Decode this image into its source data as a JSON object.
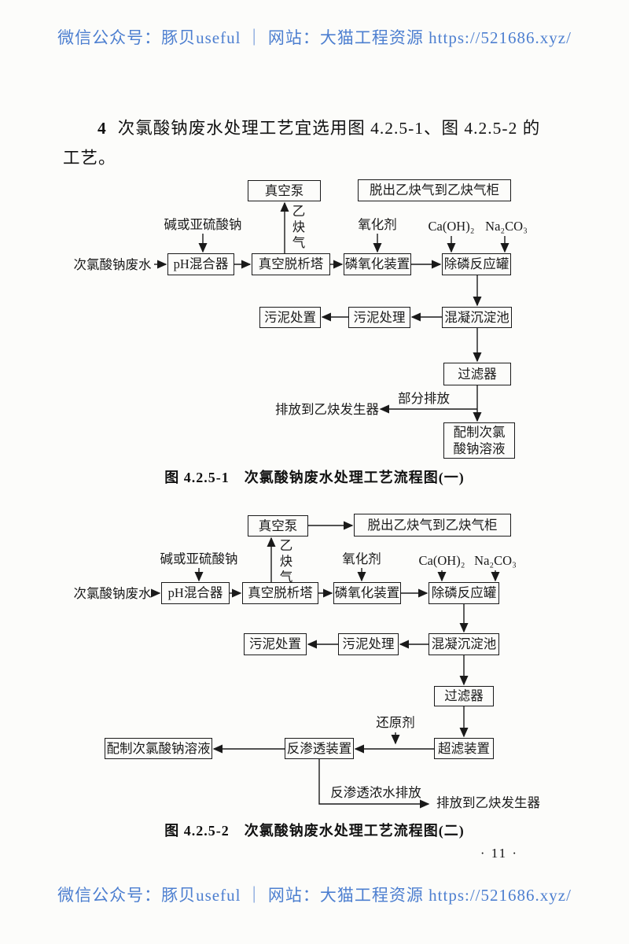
{
  "colors": {
    "watermark_blue": "#4d7fd0",
    "ink": "#1a1a1a"
  },
  "watermark": {
    "text": "微信公众号：豚贝useful ｜ 网站：大猫工程资源 https://521686.xyz/"
  },
  "clause": {
    "number": "4",
    "line1": "次氯酸钠废水处理工艺宜选用图 4.2.5-1、图 4.2.5-2 的",
    "line2": "工艺。"
  },
  "figure1": {
    "caption": "图 4.2.5-1　次氯酸钠废水处理工艺流程图(一)",
    "nodes": {
      "vacuum_pump": "真空泵",
      "degas_to_holder": "脱出乙炔气到乙炔气柜",
      "ph_mixer": "pH混合器",
      "vacuum_stripper": "真空脱析塔",
      "phos_oxidation": "磷氧化装置",
      "phos_removal": "除磷反应罐",
      "sludge_disposal": "污泥处置",
      "sludge_treatment": "污泥处理",
      "coagulation": "混凝沉淀池",
      "filter": "过滤器",
      "naclo_prep": "配制次氯\n酸钠溶液"
    },
    "labels": {
      "influent": "次氯酸钠废水",
      "alkali": "碱或亚硫酸钠",
      "acetylene": "乙\n炔\n气",
      "oxidant": "氧化剂",
      "ca_oh2": "Ca(OH)₂",
      "na2co3": "Na₂CO₃",
      "partial_discharge": "部分排放",
      "discharge": "排放到乙炔发生器"
    }
  },
  "figure2": {
    "caption": "图 4.2.5-2　次氯酸钠废水处理工艺流程图(二)",
    "nodes": {
      "vacuum_pump": "真空泵",
      "degas_to_holder": "脱出乙炔气到乙炔气柜",
      "ph_mixer": "pH混合器",
      "vacuum_stripper": "真空脱析塔",
      "phos_oxidation": "磷氧化装置",
      "phos_removal": "除磷反应罐",
      "sludge_disposal": "污泥处置",
      "sludge_treatment": "污泥处理",
      "coagulation": "混凝沉淀池",
      "filter": "过滤器",
      "uf_unit": "超滤装置",
      "ro_unit": "反渗透装置",
      "naclo_prep": "配制次氯酸钠溶液"
    },
    "labels": {
      "influent": "次氯酸钠废水",
      "alkali": "碱或亚硫酸钠",
      "acetylene": "乙\n炔\n气",
      "oxidant": "氧化剂",
      "ca_oh2": "Ca(OH)₂",
      "na2co3": "Na₂CO₃",
      "reducer": "还原剂",
      "ro_concentrate": "反渗透浓水排放",
      "discharge": "排放到乙炔发生器"
    }
  },
  "footer": {
    "page_number": "· 11 ·"
  }
}
